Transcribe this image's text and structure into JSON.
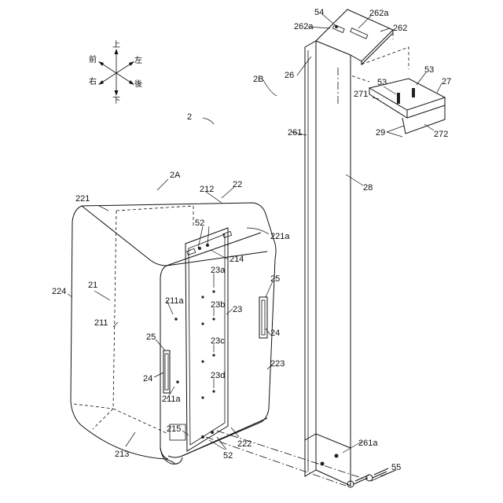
{
  "figure": {
    "directions": {
      "up": "上",
      "down": "下",
      "front": "前",
      "back": "後",
      "left": "左",
      "right": "右"
    },
    "labels": {
      "l2": "2",
      "l2A": "2A",
      "l2B": "2B",
      "l21": "21",
      "l22": "22",
      "l23": "23",
      "l23a": "23a",
      "l23b": "23b",
      "l23c": "23c",
      "l23d": "23d",
      "l24_left": "24",
      "l24_right": "24",
      "l25_left": "25",
      "l25_right": "25",
      "l26": "26",
      "l27": "27",
      "l28": "28",
      "l29": "29",
      "l52_top": "52",
      "l52_bottom": "52",
      "l53_left": "53",
      "l53_right": "53",
      "l54": "54",
      "l55": "55",
      "l211": "211",
      "l211a_upper": "211a",
      "l211a_lower": "211a",
      "l212": "212",
      "l213": "213",
      "l214": "214",
      "l215": "215",
      "l221": "221",
      "l221a": "221a",
      "l222": "222",
      "l223": "223",
      "l224": "224",
      "l261": "261",
      "l261a": "261a",
      "l262": "262",
      "l262a_left": "262a",
      "l262a_right": "262a",
      "l271": "271",
      "l272": "272"
    }
  }
}
